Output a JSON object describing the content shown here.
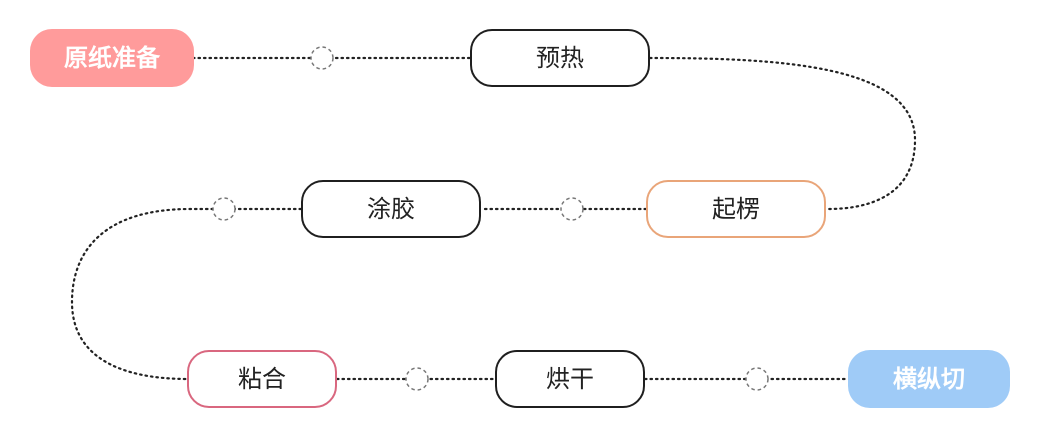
{
  "diagram": {
    "steps": [
      {
        "label": "原纸准备",
        "style": "filled",
        "color": "#ff9b9b"
      },
      {
        "label": "预热",
        "style": "outline",
        "color": "#1f1f1f"
      },
      {
        "label": "起楞",
        "style": "outline",
        "color": "#e9a579"
      },
      {
        "label": "涂胶",
        "style": "outline",
        "color": "#1f1f1f"
      },
      {
        "label": "粘合",
        "style": "outline",
        "color": "#d9677f"
      },
      {
        "label": "烘干",
        "style": "outline",
        "color": "#1f1f1f"
      },
      {
        "label": "横纵切",
        "style": "filled",
        "color": "#9fcbf7"
      }
    ],
    "connector_color": "#222222",
    "midpoint_marker_color": "#777777"
  }
}
